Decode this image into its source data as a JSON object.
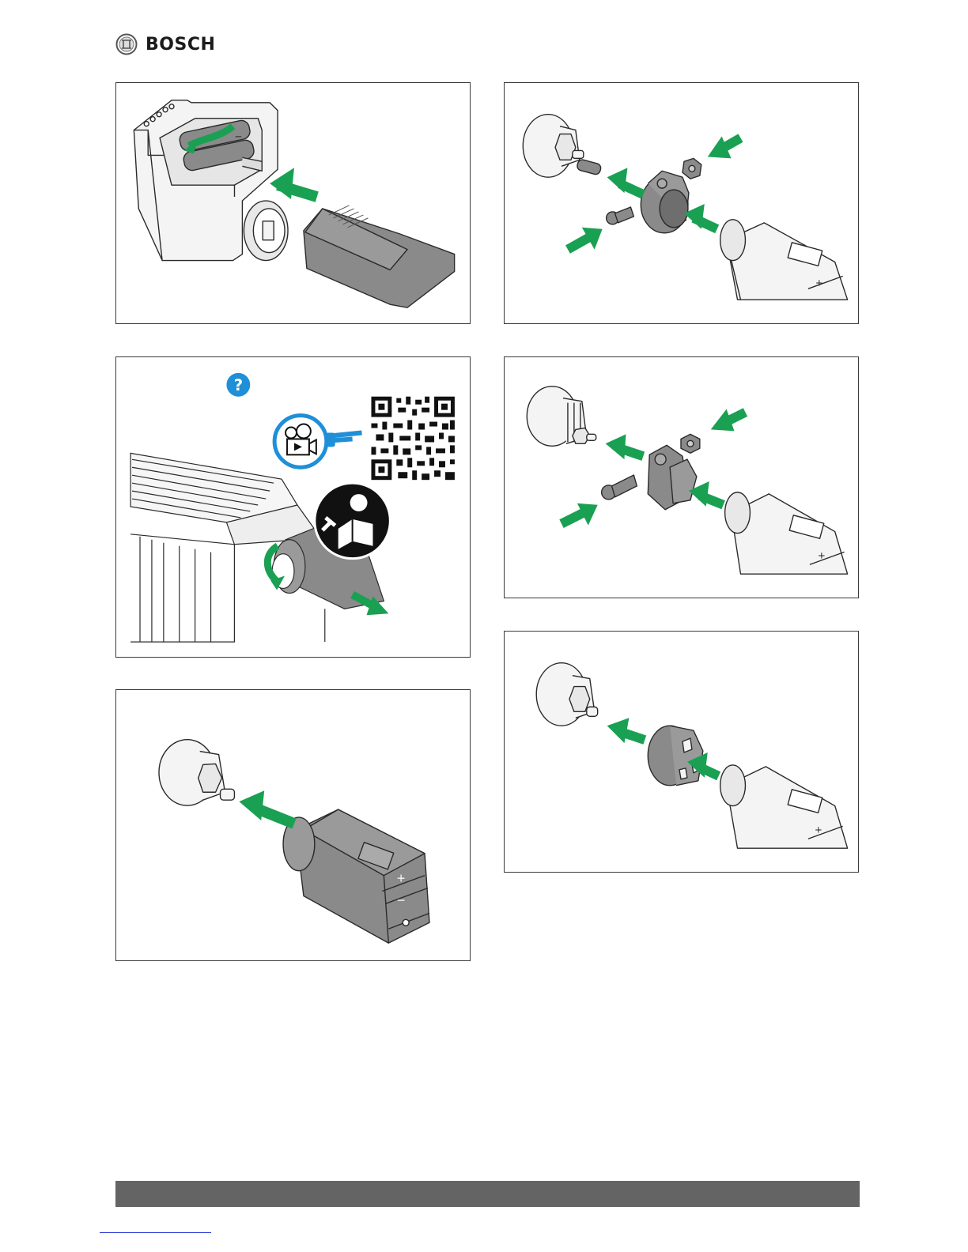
{
  "brand": {
    "name": "BOSCH"
  },
  "colors": {
    "arrow": "#1aa052",
    "help": "#1f8fd8",
    "device_dark": "#8a8a8a",
    "device_light": "#f2f2f2",
    "outline": "#2a2a2a",
    "footer_bar": "#646464"
  },
  "icons": [
    "bosch-armature-logo",
    "help-question-icon",
    "video-camera-icon",
    "pointing-hand-icon",
    "qr-code",
    "read-manual-icon"
  ],
  "help": {
    "symbol": "?"
  },
  "device": {
    "plus": "+",
    "minus": "−",
    "battery_plus": "+",
    "battery_minus": "−"
  }
}
